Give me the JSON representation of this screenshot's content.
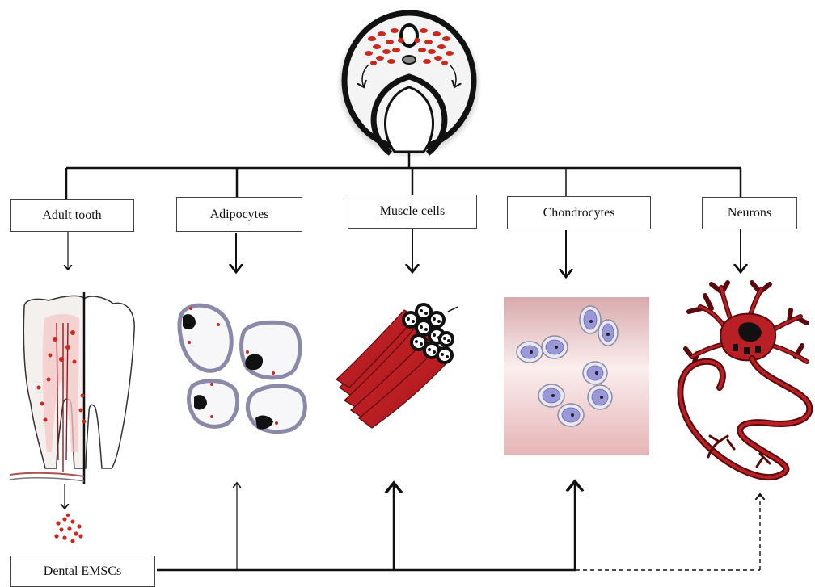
{
  "labels": {
    "adult_tooth": "Adult tooth",
    "adipocytes": "Adipocytes",
    "muscle_cells": "Muscle cells",
    "chondrocytes": "Chondrocytes",
    "neurons": "Neurons",
    "dental_emscs": "Dental EMSCs"
  },
  "colors": {
    "line": "#111111",
    "red": "#b82025",
    "dark_red": "#7a1014",
    "cell_fill": "#e8e8ee",
    "cell_border": "#8a8aa8",
    "nucleus": "#9a98d8"
  }
}
